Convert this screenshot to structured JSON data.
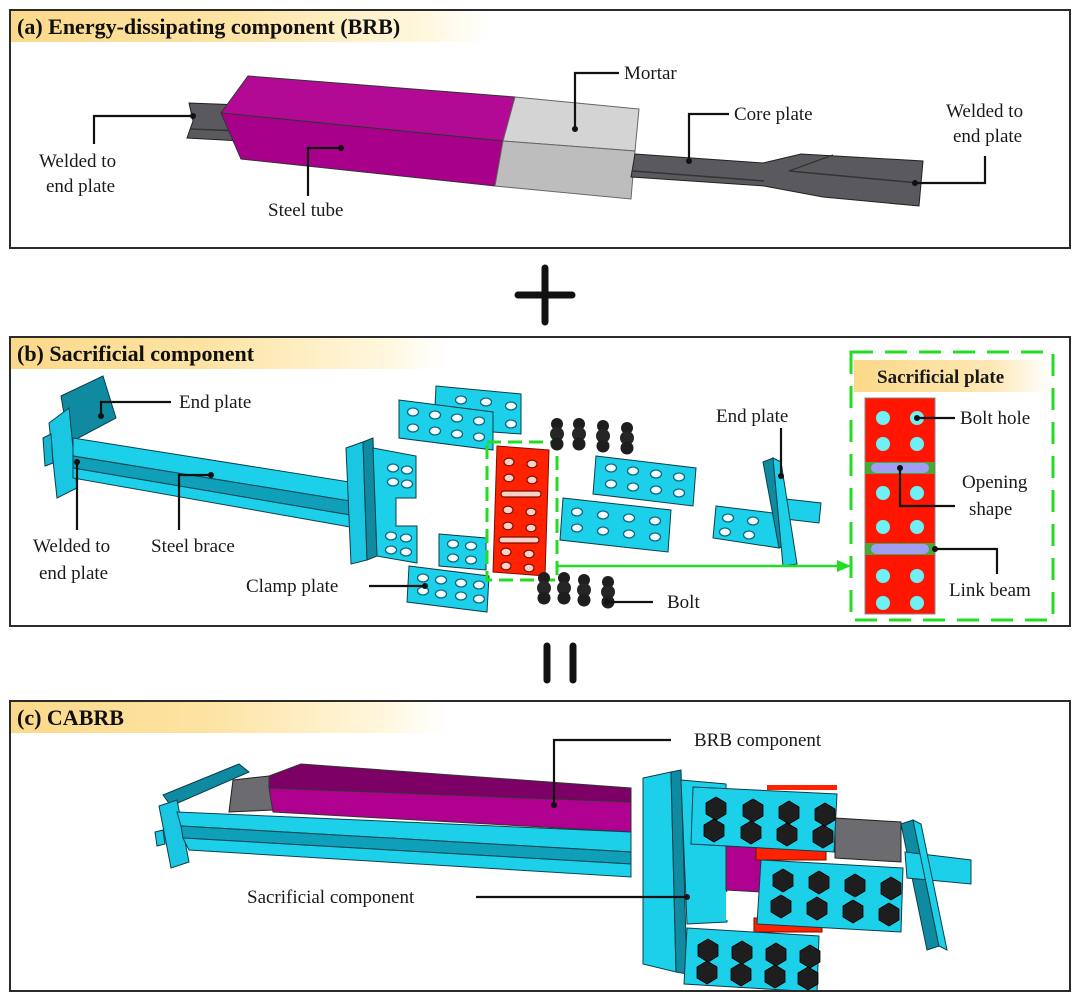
{
  "figure": {
    "panels": [
      {
        "id": "a",
        "title": "(a) Energy-dissipating component (BRB)",
        "labels": {
          "welded_left_line1": "Welded to",
          "welded_left_line2": "end plate",
          "steel_tube": "Steel tube",
          "mortar": "Mortar",
          "core_plate": "Core plate",
          "welded_right_line1": "Welded to",
          "welded_right_line2": "end plate"
        }
      },
      {
        "id": "b",
        "title": "(b) Sacrificial component",
        "labels": {
          "end_plate_left": "End plate",
          "welded_line1": "Welded to",
          "welded_line2": "end plate",
          "steel_brace": "Steel brace",
          "clamp_plate": "Clamp plate",
          "bolt": "Bolt",
          "end_plate_right": "End plate"
        },
        "inset": {
          "title": "Sacrificial plate",
          "labels": {
            "bolt_hole": "Bolt hole",
            "opening_line1": "Opening",
            "opening_line2": "shape",
            "link_beam": "Link beam"
          }
        }
      },
      {
        "id": "c",
        "title": "(c) CABRB",
        "labels": {
          "brb_component": "BRB component",
          "sacrificial_component": "Sacrificial component"
        }
      }
    ],
    "operators": {
      "plus": "+",
      "equals": "="
    },
    "colors": {
      "steel_tube": "#b0008f",
      "mortar": "#c8c8c8",
      "core_plate": "#555559",
      "sacrificial_steel": "#19d3ee",
      "sacrificial_plate": "#ff1500",
      "bolt": "#222222",
      "bolt_hole": "#6ff0f5",
      "opening": "#a09ef0",
      "link_beam": "#4aa63a",
      "inset_border": "#22dd22",
      "banner": "#fbd98a"
    }
  }
}
